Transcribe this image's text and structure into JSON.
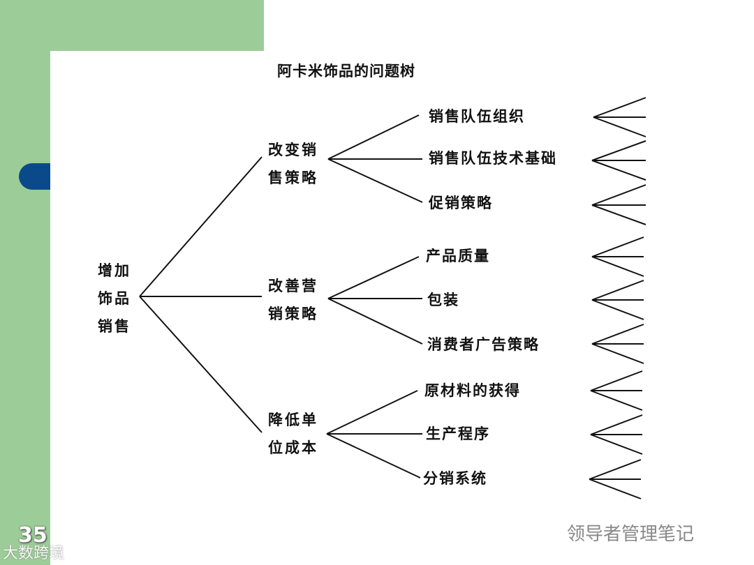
{
  "slide": {
    "number": "35",
    "watermark_left": "大数跨境",
    "watermark_right": "领导者管理笔记"
  },
  "diagram": {
    "title": "阿卡米饰品的问题树",
    "root": {
      "lines": [
        "增加",
        "饰品",
        "销售"
      ]
    },
    "branches": [
      {
        "lines": [
          "改变销",
          "售策略"
        ],
        "children": [
          "销售队伍组织",
          "销售队伍技术基础",
          "促销策略"
        ]
      },
      {
        "lines": [
          "改善营",
          "销策略"
        ],
        "children": [
          "产品质量",
          "包装",
          "消费者广告策略"
        ]
      },
      {
        "lines": [
          "降低单",
          "位成本"
        ],
        "children": [
          "原材料的获得",
          "生产程序",
          "分销系统"
        ]
      }
    ]
  }
}
